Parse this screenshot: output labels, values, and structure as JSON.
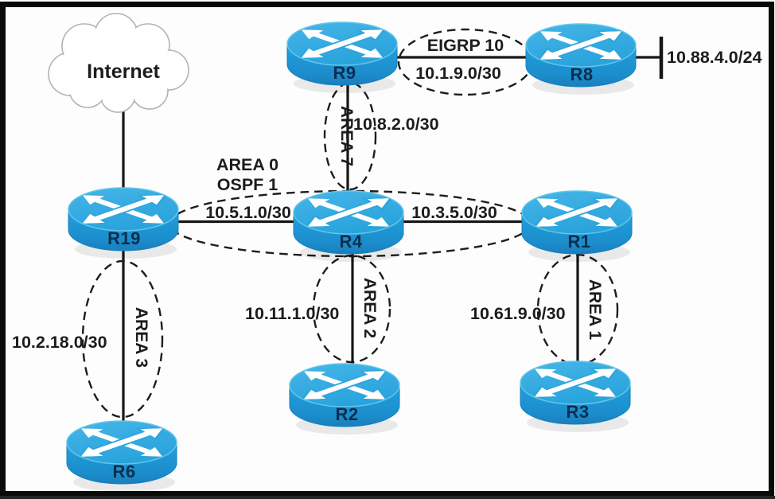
{
  "figure": {
    "type": "network-topology-diagram",
    "background_color": "#fdfdfd",
    "frame_color": "#0a0a0a",
    "link_color": "#161616",
    "area_outline_style": "dashed-ellipse",
    "router_top_color": "#2fa9e0",
    "router_body_color": "#1781c2",
    "router_label_color": "#0d3560"
  },
  "cloud": {
    "label": "Internet"
  },
  "routers": {
    "r9": {
      "label": "R9"
    },
    "r8": {
      "label": "R8"
    },
    "r19": {
      "label": "R19"
    },
    "r4": {
      "label": "R4"
    },
    "r1": {
      "label": "R1"
    },
    "r2": {
      "label": "R2"
    },
    "r3": {
      "label": "R3"
    },
    "r6": {
      "label": "R6"
    }
  },
  "labels": {
    "eigrp": "EIGRP 10",
    "net_r9_r8": "10.1.9.0/30",
    "net_r8_lan": "10.88.4.0/24",
    "net_r9_r4": "10.8.2.0/30",
    "area0_line1": "AREA 0",
    "area0_line2": "OSPF 1",
    "net_r19_r4": "10.5.1.0/30",
    "net_r4_r1": "10.3.5.0/30",
    "net_r19_r6": "10.2.18.0/30",
    "net_r4_r2": "10.11.1.0/30",
    "net_r1_r3": "10.61.9.0/30",
    "area7": "AREA 7",
    "area3": "AREA 3",
    "area2": "AREA 2",
    "area1": "AREA 1"
  },
  "connections": [
    {
      "from": "Internet",
      "to": "R19"
    },
    {
      "from": "R9",
      "to": "R8",
      "network": "10.1.9.0/30",
      "protocol": "EIGRP 10"
    },
    {
      "from": "R8",
      "to": "LAN segment",
      "network": "10.88.4.0/24"
    },
    {
      "from": "R9",
      "to": "R4",
      "network": "10.8.2.0/30",
      "area": "AREA 7"
    },
    {
      "from": "R19",
      "to": "R4",
      "network": "10.5.1.0/30",
      "area": "AREA 0 / OSPF 1"
    },
    {
      "from": "R4",
      "to": "R1",
      "network": "10.3.5.0/30",
      "area": "AREA 0 / OSPF 1"
    },
    {
      "from": "R19",
      "to": "R6",
      "network": "10.2.18.0/30",
      "area": "AREA 3"
    },
    {
      "from": "R4",
      "to": "R2",
      "network": "10.11.1.0/30",
      "area": "AREA 2"
    },
    {
      "from": "R1",
      "to": "R3",
      "network": "10.61.9.0/30",
      "area": "AREA 1"
    }
  ]
}
